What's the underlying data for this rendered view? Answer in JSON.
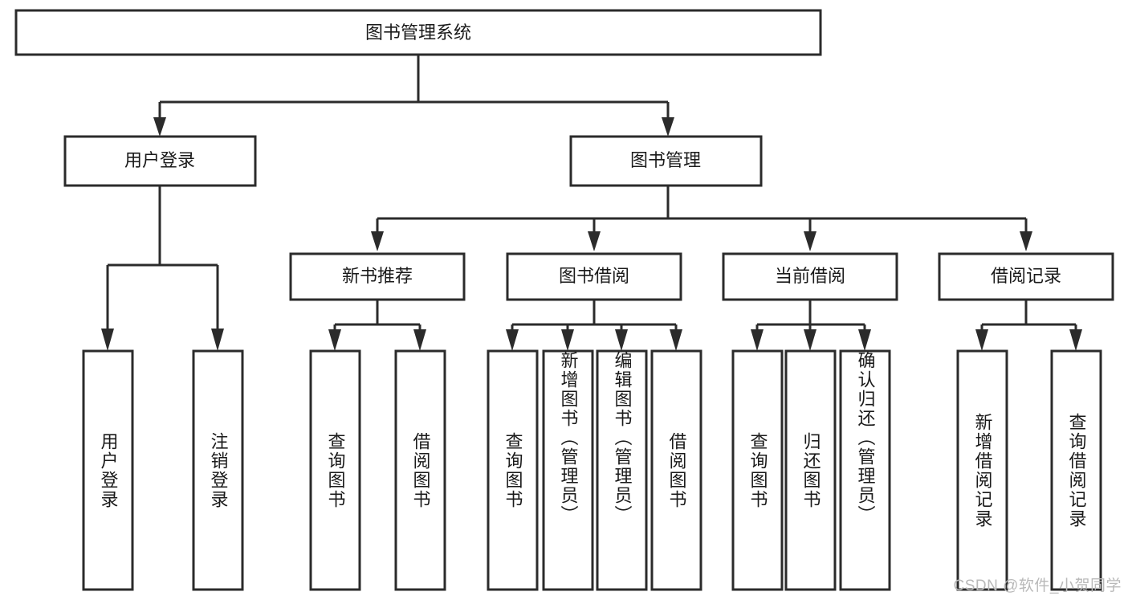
{
  "diagram": {
    "title": "图书管理系统",
    "type": "hierarchy-tree",
    "root": {
      "label": "图书管理系统"
    },
    "level2": [
      {
        "id": "user-login",
        "label": "用户登录"
      },
      {
        "id": "book-manage",
        "label": "图书管理"
      }
    ],
    "level3": [
      {
        "id": "new-book-recommend",
        "label": "新书推荐",
        "parent": "book-manage"
      },
      {
        "id": "book-borrow",
        "label": "图书借阅",
        "parent": "book-manage"
      },
      {
        "id": "current-borrow",
        "label": "当前借阅",
        "parent": "book-manage"
      },
      {
        "id": "borrow-record",
        "label": "借阅记录",
        "parent": "book-manage"
      }
    ],
    "leaves": {
      "user-login": [
        {
          "id": "leaf-user-login",
          "label": "用户登录"
        },
        {
          "id": "leaf-user-logout",
          "label": "注销登录"
        }
      ],
      "new-book-recommend": [
        {
          "id": "leaf-query-book-1",
          "label": "查询图书"
        },
        {
          "id": "leaf-borrow-book-1",
          "label": "借阅图书"
        }
      ],
      "book-borrow": [
        {
          "id": "leaf-query-book-2",
          "label": "查询图书"
        },
        {
          "id": "leaf-add-book",
          "label": "新增图书（管理员）"
        },
        {
          "id": "leaf-edit-book",
          "label": "编辑图书（管理员）"
        },
        {
          "id": "leaf-borrow-book-2",
          "label": "借阅图书"
        }
      ],
      "current-borrow": [
        {
          "id": "leaf-query-book-3",
          "label": "查询图书"
        },
        {
          "id": "leaf-return-book",
          "label": "归还图书"
        },
        {
          "id": "leaf-confirm-return",
          "label": "确认归还（管理员）"
        }
      ],
      "borrow-record": [
        {
          "id": "leaf-add-record",
          "label": "新增借阅记录"
        },
        {
          "id": "leaf-query-record",
          "label": "查询借阅记录"
        }
      ]
    }
  },
  "watermark": {
    "text": "CSDN @软件_小贺同学"
  },
  "colors": {
    "stroke": "#2b2b2b",
    "fill": "#ffffff",
    "text": "#1a1a1a",
    "watermark": "#b9b9b9"
  }
}
